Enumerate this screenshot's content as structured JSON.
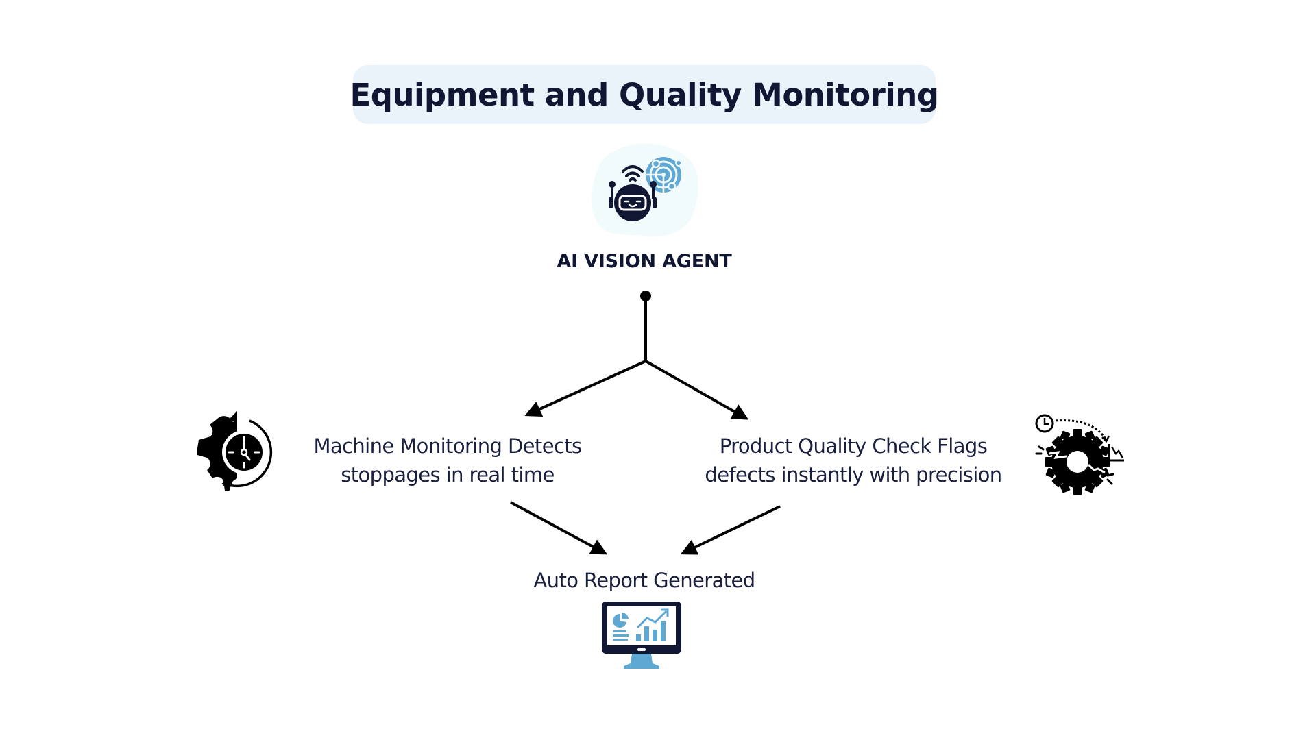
{
  "title": "Equipment and Quality Monitoring",
  "colors": {
    "title_bg": "#eaf2fa",
    "text_dark": "#111633",
    "accent_blue": "#5fa8d3",
    "robot_bg": "#f2fbfb",
    "arrow": "#000000"
  },
  "agent": {
    "label": "AI VISION AGENT",
    "icon": "robot-with-radar-icon"
  },
  "nodes": [
    {
      "id": "machine-monitoring",
      "lines": [
        "Machine Monitoring Detects",
        "stoppages in real time"
      ],
      "icon": "gear-clock-refresh-icon"
    },
    {
      "id": "quality-check",
      "lines": [
        "Product Quality Check Flags",
        "defects instantly with precision"
      ],
      "icon": "broken-gear-decline-icon"
    }
  ],
  "output": {
    "label": "Auto Report Generated",
    "icon": "monitor-analytics-icon"
  },
  "edges": [
    {
      "from": "ai-vision-agent",
      "to": "machine-monitoring"
    },
    {
      "from": "ai-vision-agent",
      "to": "quality-check"
    },
    {
      "from": "machine-monitoring",
      "to": "auto-report"
    },
    {
      "from": "quality-check",
      "to": "auto-report"
    }
  ]
}
